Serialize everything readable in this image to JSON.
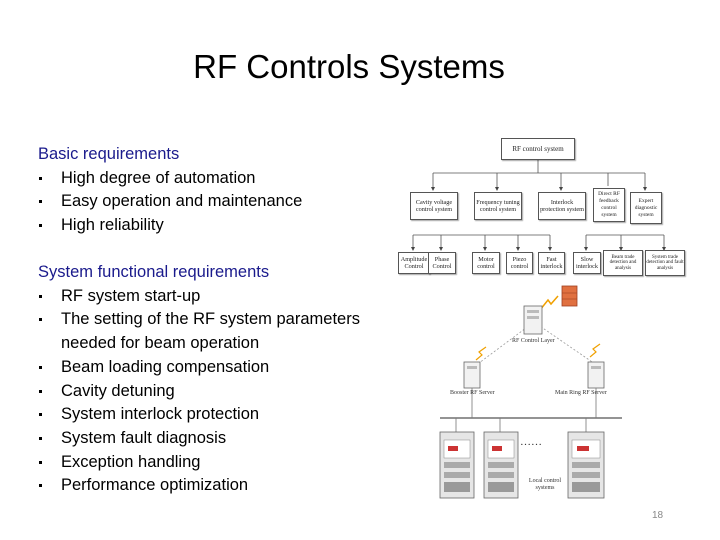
{
  "slide": {
    "title": "RF Controls Systems",
    "number": "18"
  },
  "basic": {
    "heading": "Basic requirements",
    "items": [
      "High degree of automation",
      "Easy operation and maintenance",
      "High reliability"
    ]
  },
  "functional": {
    "heading": "System functional requirements",
    "items": [
      "RF system start-up",
      "The setting of the RF system parameters needed for beam operation",
      "Beam loading compensation",
      "Cavity detuning",
      "System interlock protection",
      "System fault diagnosis",
      "Exception handling",
      "Performance optimization"
    ]
  },
  "hierarchy": {
    "root": "RF control system",
    "level1": [
      "Cavity voltage control system",
      "Frequency tuning control system",
      "Interlock protection system",
      "Direct RF feedback control system",
      "Expert diagnostic system"
    ],
    "level2": [
      "Amplitude Control",
      "Phase Control",
      "Motor control",
      "Piezo control",
      "Fast interlock",
      "Slow interlock",
      "Beam trade detection and analysis",
      "System trade detection and fault analysis"
    ]
  },
  "network": {
    "layer_label": "RF Control Layer",
    "booster_server": "Booster RF Server",
    "mainring_server": "Main Ring RF Server",
    "ellipsis": "……",
    "local_label": "Local control systems"
  }
}
